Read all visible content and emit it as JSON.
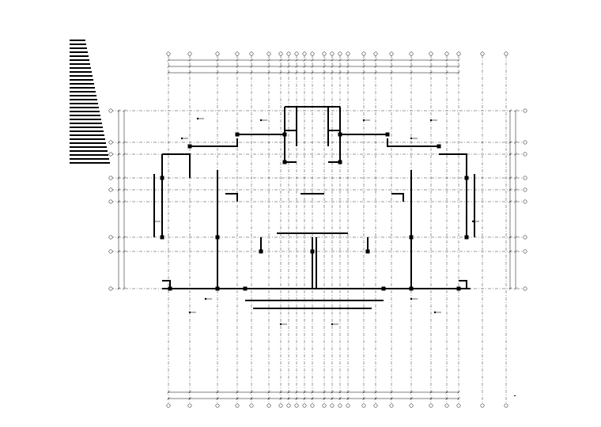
{
  "drawing": {
    "type": "structural floor plan",
    "line_color": "#000000",
    "background": "#ffffff",
    "grid_axes_vertical_count": 24,
    "grid_axes_horizontal_count": 9
  },
  "title_block": {
    "label": ""
  },
  "notes_block": {
    "line_count": 32
  }
}
